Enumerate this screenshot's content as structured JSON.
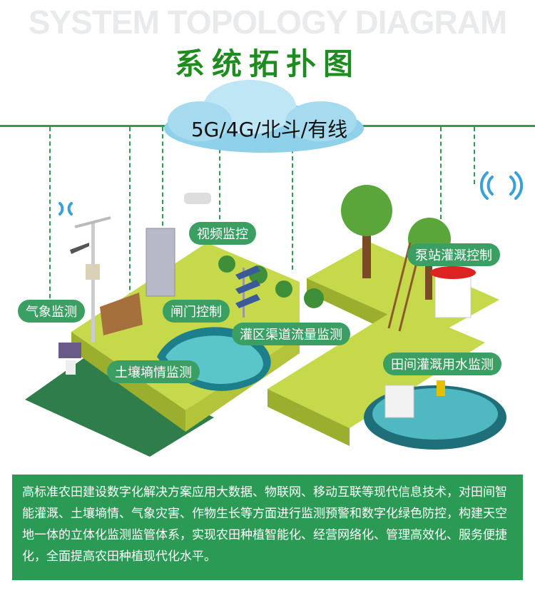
{
  "header": {
    "background_title": "SYSTEM TOPOLOGY DIAGRAM",
    "title": "系统拓扑图"
  },
  "network": {
    "cloud_label": "5G/4G/北斗/有线"
  },
  "labels": {
    "weather": "气象监测",
    "video": "视频监控",
    "gate": "闸门控制",
    "channel_flow": "灌区渠道流量监测",
    "pump": "泵站灌溉控制",
    "soil": "土壤墒情监测",
    "field_water": "田间灌溉用水监测"
  },
  "description": "高标准农田建设数字化解决方案应用大数据、物联网、移动互联等现代信息技术，对田间智能灌溉、土壤墒情、气象灾害、作物生长等方面进行监测预警和数字化绿色防控，构建天空地一体的立体化监测监管体系，实现农田种植智能化、经营网络化、管理高效化、服务便捷化，全面提高农田种植现代化水平。",
  "colors": {
    "accent": "#2a9a55",
    "title": "#1e8c1e",
    "pill": "#3b9e63"
  }
}
